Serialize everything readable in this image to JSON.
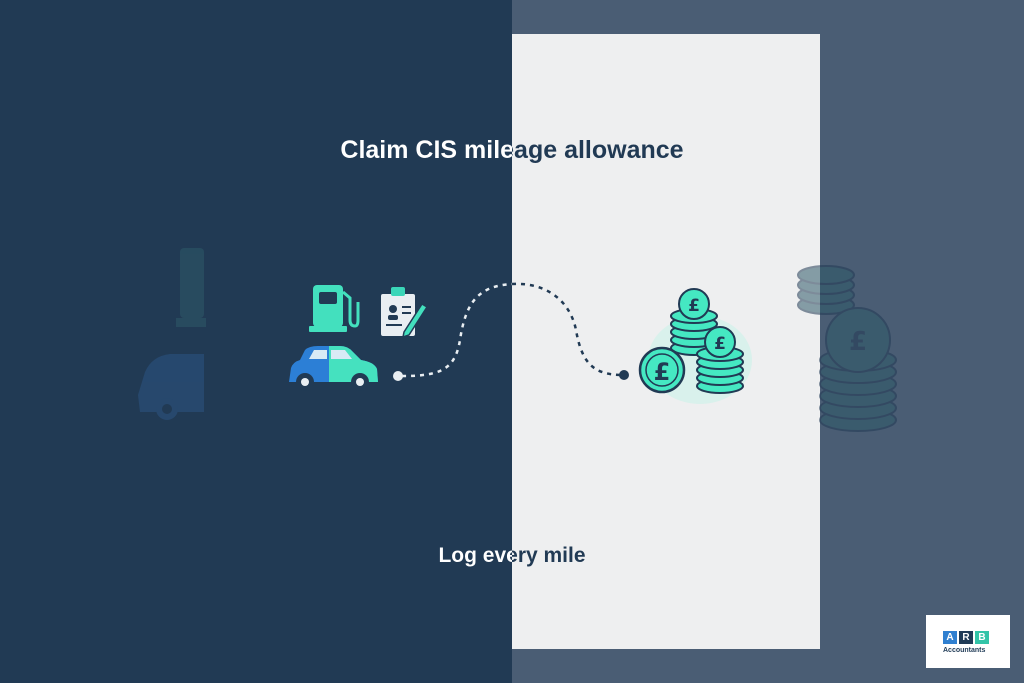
{
  "headline": "Claim CIS mileage allowance",
  "caption": "Log every mile",
  "logo": {
    "letters": [
      "A",
      "R",
      "B"
    ],
    "subtitle": "Accountants",
    "letter_colors": [
      "#2f7fd0",
      "#1f3a56",
      "#33c4a8"
    ]
  },
  "colors": {
    "left_panel": "#213a54",
    "outer_background": "#4a5d74",
    "center_card": "#eeeff0",
    "accent_teal": "#45e8c2",
    "car_blue": "#2c7fd6"
  },
  "icons": {
    "fuel_pump": "fuel-pump-icon",
    "clipboard": "clipboard-pen-icon",
    "car": "car-icon",
    "route": "dotted-route-icon",
    "coins": "pound-coin-stacks-icon"
  }
}
